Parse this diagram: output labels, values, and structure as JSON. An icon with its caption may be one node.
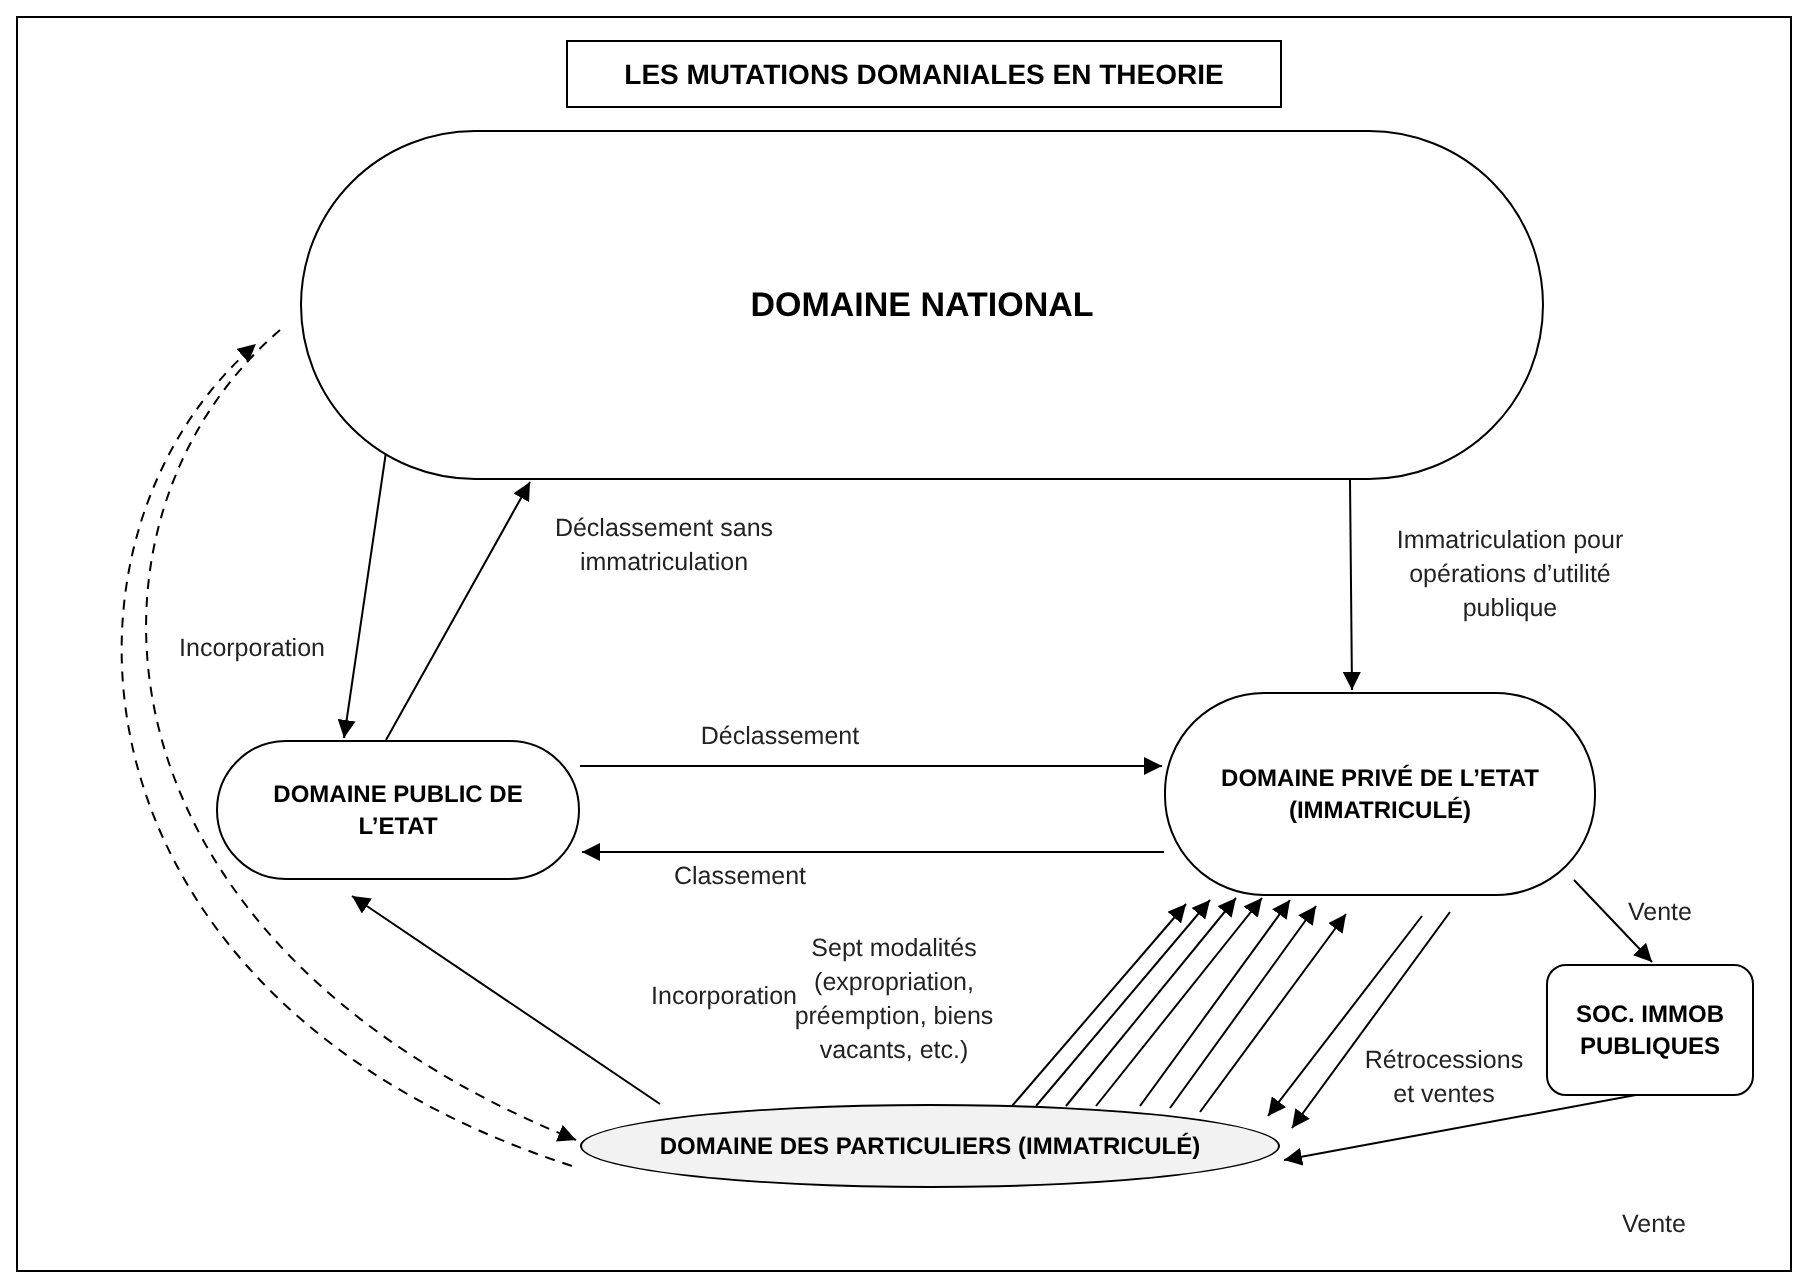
{
  "diagram": {
    "title": "LES MUTATIONS DOMANIALES EN THEORIE",
    "nodes": [
      {
        "text": [
          "DOMAINE NATIONAL"
        ]
      },
      {
        "text": [
          "DOMAINE PUBLIC DE L’ETAT"
        ]
      },
      {
        "text": [
          "DOMAINE PRIVÉ DE L’ETAT (IMMATRICULÉ)"
        ]
      },
      {
        "text": [
          "SOC. IMMOB PUBLIQUES"
        ]
      },
      {
        "text": [
          "DOMAINE DES PARTICULIERS (IMMATRICULÉ)"
        ]
      }
    ],
    "edges": [
      {
        "from": 0,
        "to": 1,
        "arrow": "to",
        "label": "Incorporation"
      },
      {
        "from": 1,
        "to": 0,
        "arrow": "to",
        "label": "Déclassement sans immatriculation"
      },
      {
        "from": 0,
        "to": 2,
        "arrow": "to",
        "label": "Immatriculation pour opérations d’utilité publique"
      },
      {
        "from": 1,
        "to": 2,
        "arrow": "to",
        "label": "Déclassement"
      },
      {
        "from": 2,
        "to": 1,
        "arrow": "to",
        "label": "Classement"
      },
      {
        "from": 4,
        "to": 1,
        "arrow": "to",
        "label": "Incorporation"
      },
      {
        "from": 4,
        "to": 2,
        "arrow": "to",
        "label": "Sept modalités (expropriation, préemption, biens vacants, etc.)"
      },
      {
        "from": 4,
        "to": 2,
        "arrow": "to"
      },
      {
        "from": 4,
        "to": 2,
        "arrow": "to"
      },
      {
        "from": 4,
        "to": 2,
        "arrow": "to"
      },
      {
        "from": 4,
        "to": 2,
        "arrow": "to"
      },
      {
        "from": 4,
        "to": 2,
        "arrow": "to"
      },
      {
        "from": 4,
        "to": 2,
        "arrow": "to"
      },
      {
        "from": 2,
        "to": 4,
        "arrow": "to",
        "label": "Rétrocessions et ventes"
      },
      {
        "from": 2,
        "to": 4,
        "arrow": "to"
      },
      {
        "from": 2,
        "to": 3,
        "arrow": "to",
        "label": "Vente"
      },
      {
        "from": 3,
        "to": 4,
        "arrow": "to",
        "label": "Vente"
      },
      {
        "from": 0,
        "to": 4,
        "arrow": "to",
        "style": "dashed"
      },
      {
        "from": 4,
        "to": 0,
        "arrow": "to",
        "style": "dashed"
      }
    ]
  }
}
